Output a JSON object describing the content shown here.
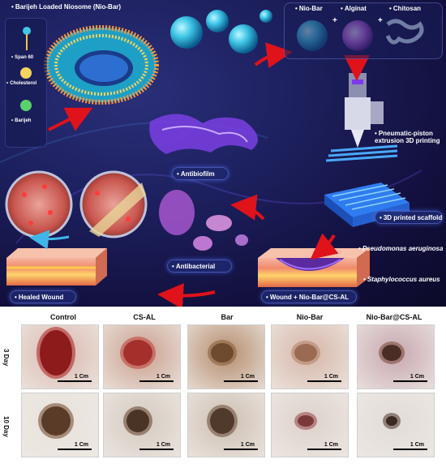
{
  "schematic": {
    "title": "Barijeh Loaded Niosome (Nio-Bar)",
    "legend": [
      "Span 60",
      "Cholesterol",
      "Barijeh"
    ],
    "components": [
      "Nio-Bar",
      "Alginat",
      "Chitosan"
    ],
    "plus": "+",
    "printing_label": "Pneumatic-piston extrusion 3D printing",
    "antibiofilm_label": "Antibiofilm",
    "scaffold_label": "3D printed scaffold",
    "pseudomonas_label": "Pseudomonas aeruginosa",
    "staph_label": "Staphylococcus aureus",
    "antibacterial_label": "Antibacterial",
    "healed_label": "Healed Wound",
    "wound_label": "Wound + Nio-Bar@CS-AL"
  },
  "grid": {
    "columns": [
      "Control",
      "CS-AL",
      "Bar",
      "Nio-Bar",
      "Nio-Bar@CS-AL"
    ],
    "rows": [
      "3 Day",
      "10 Day"
    ],
    "scale": "1 Cm"
  },
  "colors": {
    "bg_dark": "#120f3c",
    "arrow_red": "#e0121a",
    "arrow_blue": "#3fb6e8",
    "skin": "#c9a08a"
  }
}
